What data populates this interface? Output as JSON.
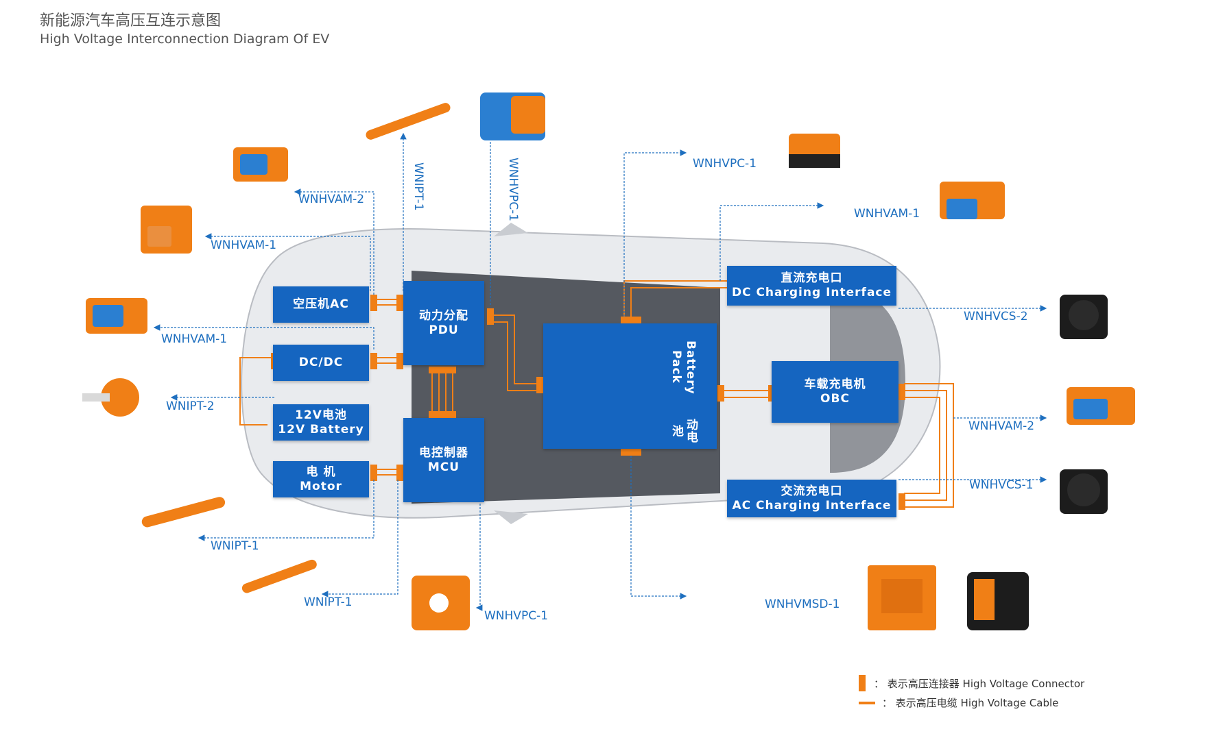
{
  "header": {
    "title_cn": "新能源汽车高压互连示意图",
    "title_en": "High Voltage Interconnection Diagram Of EV"
  },
  "colors": {
    "box": "#1565c0",
    "connector": "#f07f16",
    "link": "#1e6fbf",
    "car_body": "#e4e6ea"
  },
  "modules": {
    "ac": "空压机AC",
    "dcdc": "DC/DC",
    "battery12_cn": "12V电池",
    "battery12_en": "12V Battery",
    "motor_cn": "电 机",
    "motor_en": "Motor",
    "pdu_cn": "动力分配",
    "pdu_en": "PDU",
    "mcu_cn": "电控制器",
    "mcu_en": "MCU",
    "battery_pack_en": "Battery Pack",
    "battery_pack_cn": "动电池",
    "dc_interface_cn": "直流充电口",
    "dc_interface_en": "DC Charging Interface",
    "obc_cn": "车载充电机",
    "obc_en": "OBC",
    "ac_interface_cn": "交流充电口",
    "ac_interface_en": "AC Charging Interface"
  },
  "labels": {
    "wnhvam2_left": "WNHVAM-2",
    "wnhvam1_top_left": "WNHVAM-1",
    "wnhvam1_left": "WNHVAM-1",
    "wnipt2": "WNIPT-2",
    "wnipt1_left": "WNIPT-1",
    "wnipt1_bottom": "WNIPT-1",
    "wnhvpc1_bottom": "WNHVPC-1",
    "wnipt1_vertical": "WNIPT-1",
    "wnhvpc1_vertical": "WNHVPC-1",
    "wnhvpc1_top": "WNHVPC-1",
    "wnhvam1_right": "WNHVAM-1",
    "wnhvcs2": "WNHVCS-2",
    "wnhvam2_right": "WNHVAM-2",
    "wnhvcs1": "WNHVCS-1",
    "wnhvmsd1": "WNHVMSD-1"
  },
  "legend": {
    "connector": "： 表示高压连接器 High Voltage Connector",
    "cable": "： 表示高压电缆 High Voltage Cable"
  },
  "icons": [
    "connector-orange-blue-icon",
    "terminal-pin-icon",
    "charging-socket-icon",
    "msd-connector-icon"
  ]
}
